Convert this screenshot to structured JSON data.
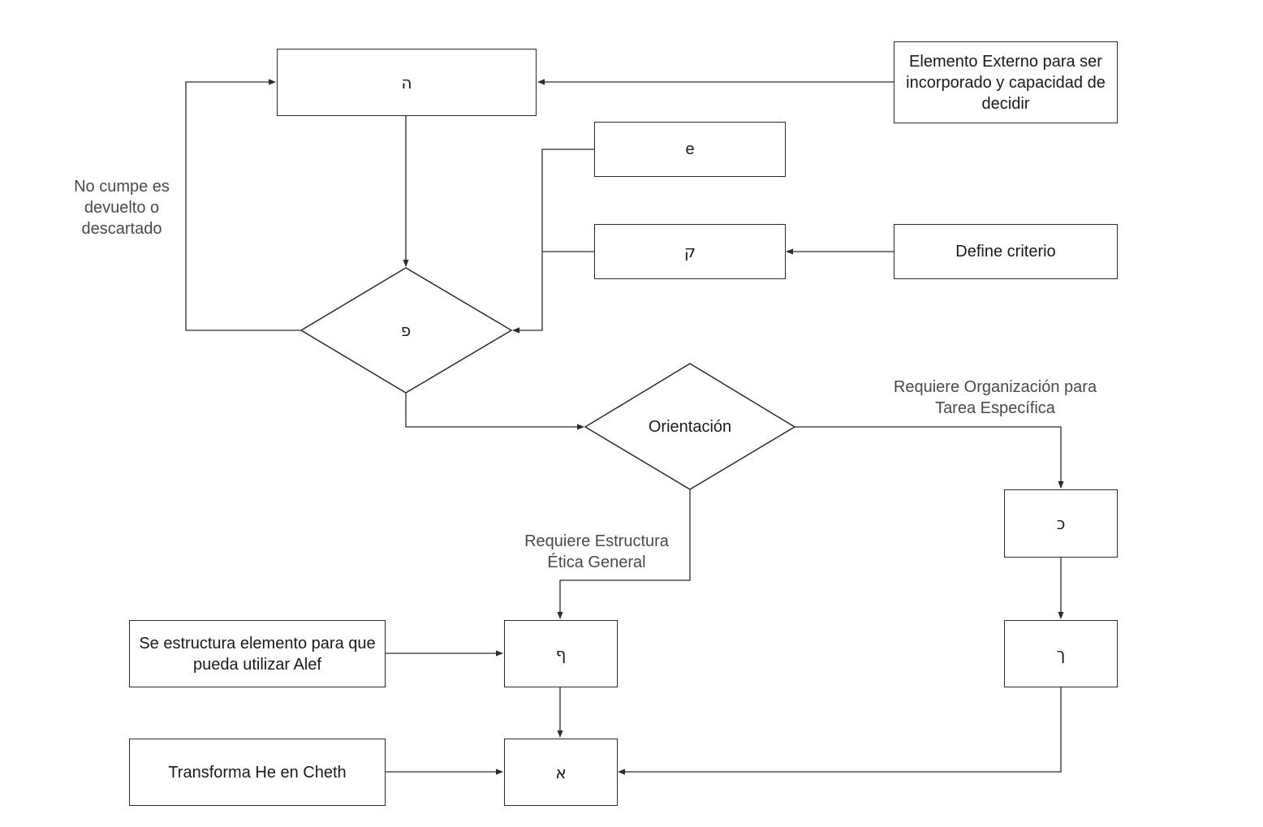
{
  "diagram": {
    "nodes": {
      "he": "ה",
      "external_element": "Elemento Externo para ser incorporado y capacidad de decidir",
      "e_box": "e",
      "qof": "ק",
      "define_criterion": "Define criterio",
      "pe": "פ",
      "orientation": "Orientación",
      "kaf": "כ",
      "resh": "ך",
      "final_pe": "ף",
      "structure_element": "Se estructura elemento para que pueda utilizar Alef",
      "alef": "א",
      "transform": "Transforma He en Cheth"
    },
    "edge_labels": {
      "rejected": "No cumpe es devuelto o descartado",
      "organization": "Requiere Organización para Tarea Específica",
      "ethics": "Requiere Estructura Ética General"
    },
    "colors": {
      "stroke": "#2b2b2b",
      "text": "#1a1a1a",
      "edge_label_text": "#4a4a4a",
      "background": "#ffffff"
    }
  }
}
